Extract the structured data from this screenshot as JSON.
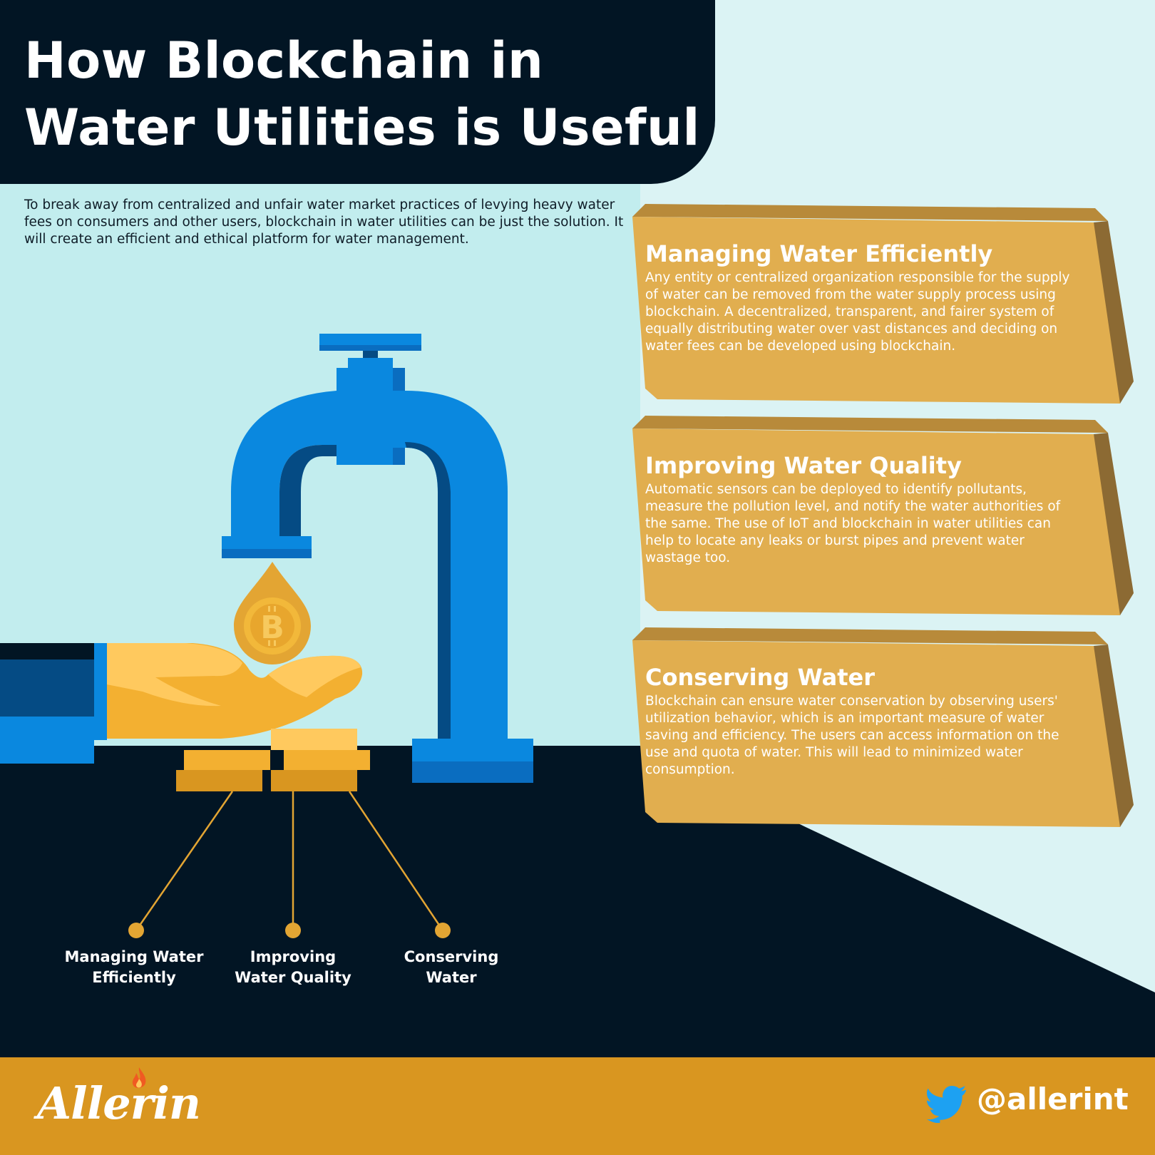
{
  "header": {
    "title": "How Blockchain in Water Utilities is Useful"
  },
  "intro": "To break away from centralized and unfair water market practices of levying heavy water fees on consumers and other users, blockchain in water utilities can be just the solution. It will create an efficient and ethical platform for water management.",
  "cards": [
    {
      "title": "Managing Water Efficiently",
      "body": "Any entity or centralized organization responsible for the supply of water can be removed from the water supply process using blockchain. A decentralized, transparent, and fairer system of equally distributing water over vast distances and deciding on water fees can be developed using blockchain."
    },
    {
      "title": "Improving Water Quality",
      "body": "Automatic sensors can be deployed to identify pollutants, measure the pollution level, and notify the water authorities of the same. The use of IoT and blockchain in water utilities can help to locate any leaks or burst pipes and prevent water wastage too."
    },
    {
      "title": "Conserving Water",
      "body": "Blockchain can ensure water conservation by observing users' utilization behavior, which is an important measure of water saving and efficiency. The users can access information on the use and quota of water. This will lead to minimized water consumption."
    }
  ],
  "pins": [
    {
      "line1": "Managing Water",
      "line2": "Efficiently"
    },
    {
      "line1": "Improving",
      "line2": "Water Quality"
    },
    {
      "line1": "Conserving",
      "line2": "Water"
    }
  ],
  "footer": {
    "logo_text": "Allerin",
    "twitter_handle": "@allerint"
  },
  "icons": {
    "coin": "bitcoin-icon",
    "social": "twitter-icon"
  },
  "colors": {
    "navy": "#021524",
    "sky": "#c2edee",
    "pipe_blue": "#0a88df",
    "gold": "#e1ae4f",
    "footer_orange": "#d99620"
  }
}
